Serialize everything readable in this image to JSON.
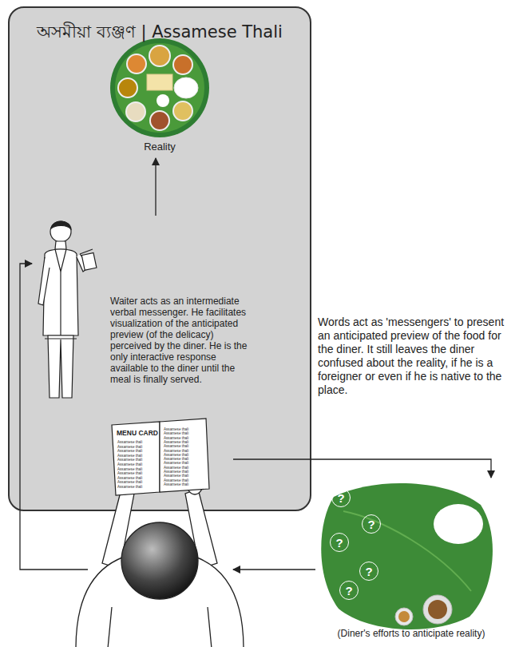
{
  "diagram": {
    "title": "অসমীয়া ব্যঞ্জণ | Assamese Thali",
    "nodes": [
      {
        "text": [
          "অসমীয়া ব্যঞ্জণ | Assamese Thali"
        ]
      },
      {
        "text": [
          "Reality"
        ],
        "in": 0
      },
      {
        "text": [
          "Waiter acts as an intermediate verbal messenger. He facilitates visualization of the anticipated preview (of the delicacy) perceived by the diner. He is the only interactive response available to the diner until the meal is finally served."
        ],
        "in": 0
      },
      {
        "text": [
          "MENU CARD"
        ]
      },
      {
        "text": [
          "(Diner's efforts to anticipate reality)"
        ]
      }
    ],
    "edges": [
      {
        "from": 2,
        "to": 1,
        "arrow": "to"
      },
      {
        "from": 3,
        "to": 2,
        "arrow": "to"
      },
      {
        "from": 3,
        "to": 4,
        "arrow": "to"
      },
      {
        "from": 4,
        "to": 3,
        "arrow": "to"
      }
    ],
    "labels": [
      "Words act as 'messengers' to present an anticipated preview of the food for the diner. It still leaves the diner confused about the reality, if he is a foreigner or even if he is native to the place.",
      "?",
      "?",
      "?",
      "?",
      "?",
      "Assamese thali",
      "Assamese thali",
      "Assamese thali",
      "Assamese thali",
      "Assamese thali",
      "Assamese thali",
      "Assamese thali",
      "Assamese thali",
      "Assamese thali",
      "Assamese thali",
      "Assamese thali",
      "Assamese thali",
      "Assamese thali",
      "Assamese thali",
      "Assamese thali",
      "Assamese thali",
      "Assamese thali",
      "Assamese thali",
      "Assamese thali",
      "Assamese thali",
      "Assamese thali",
      "Assamese thali",
      "Assamese thali",
      "Assamese thali",
      "Assamese thali"
    ]
  }
}
